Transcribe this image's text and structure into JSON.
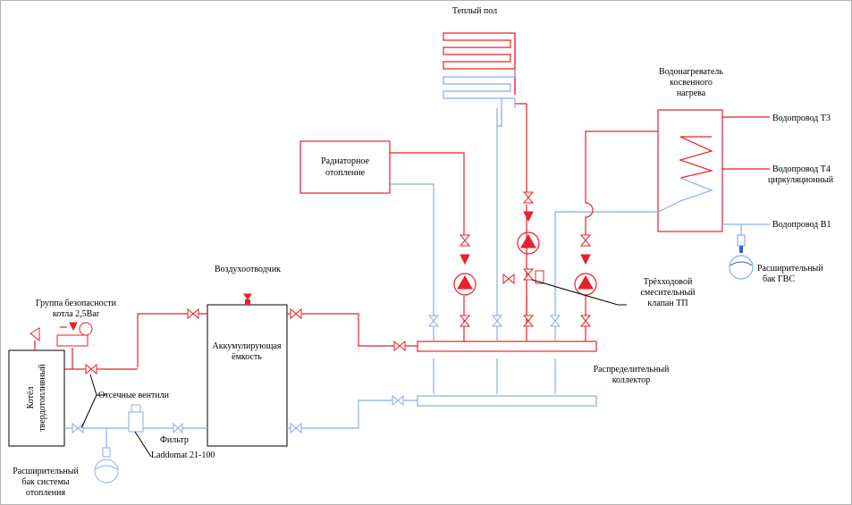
{
  "labels": {
    "underfloor": "Теплый пол",
    "water_heater_1": "Водонагреватель",
    "water_heater_2": "косвенного",
    "water_heater_3": "нагрева",
    "t3": "Водопровод Т3",
    "t4_1": "Водопровод Т4",
    "t4_2": "циркуляционный",
    "b1": "Водопровод В1",
    "radiator_1": "Радиаторное",
    "radiator_2": "отопление",
    "dhw_tank_1": "Расширительный",
    "dhw_tank_2": "бак ГВС",
    "deaerator": "Воздухоотводчик",
    "valve3_1": "Трёхходовой",
    "valve3_2": "смесительный",
    "valve3_3": "клапан ТП",
    "safety_1": "Группа безопасности",
    "safety_2": "котла 2,5Bar",
    "accum_1": "Аккумулирующая",
    "accum_2": "ёмкость",
    "manifold_1": "Распределительный",
    "manifold_2": "коллектор",
    "boiler_1": "Котёл",
    "boiler_2": "твердотопливный",
    "shutoff": "Отсечные вентили",
    "filter": "Фильтр",
    "laddomat": "Laddomat 21-100",
    "heat_tank_1": "Расширительный",
    "heat_tank_2": "бак системы",
    "heat_tank_3": "отопления"
  },
  "colors": {
    "hot": "#e8202a",
    "cold": "#8aaee6",
    "outline": "#000000"
  }
}
